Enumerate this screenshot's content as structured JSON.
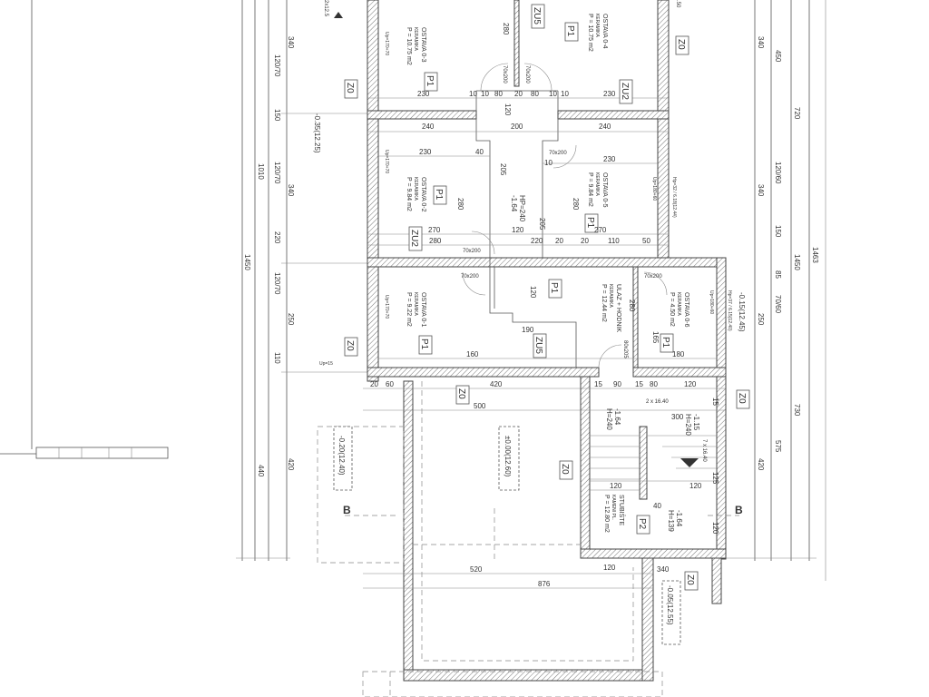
{
  "rooms": [
    {
      "name": "OSTAVA 0-3",
      "finish": "KERAMIKA",
      "area": "P = 10.75 m2"
    },
    {
      "name": "OSTAVA 0-4",
      "finish": "KERAMIKA",
      "area": "P = 10.75 m2"
    },
    {
      "name": "OSTAVA 0-2",
      "finish": "KERAMIKA",
      "area": "P = 9.84 m2"
    },
    {
      "name": "OSTAVA 0-5",
      "finish": "KERAMIKA",
      "area": "P = 9.84 m2"
    },
    {
      "name": "OSTAVA 0-1",
      "finish": "KERAMIKA",
      "area": "P = 9.22 m2"
    },
    {
      "name": "ULAZ + HODNIK",
      "finish": "KERAMIKA",
      "area": "P = 12.44 m2"
    },
    {
      "name": "OSTAVA 0-6",
      "finish": "KERAMIKA",
      "area": "P = 4.50 m2"
    },
    {
      "name": "STUBIŠTE",
      "finish": "KAMENI PL.",
      "area": "P = 12.80 m2"
    }
  ],
  "tags": {
    "p1": "P1",
    "p2": "P2",
    "z0": "Z0",
    "zu5": "ZU5",
    "zu2": "ZU2"
  },
  "levels": {
    "l1": "-0.35(12.25)",
    "l2": "-0.15(12.45)",
    "l3": "-0.20(12.40)",
    "l4": "±0.00(12.60)",
    "l5": "-0.05(12.55)",
    "l6": "-1.64",
    "l6b": "HP=240",
    "l7": "-1.64",
    "l7b": "H=240",
    "l8": "-1.15",
    "l8b": "H=240",
    "l9": "-1.64",
    "l9b": "H=139"
  },
  "doors": {
    "d1": "70x200",
    "d2": "70x200",
    "d3": "70x200",
    "d4": "70x200",
    "d5": "70x200",
    "d6": "70x200",
    "d7": "80x205"
  },
  "windows": {
    "w1": "Up=170+70",
    "w2": "Up=170+70",
    "w3": "Up=170+70",
    "w4": "Up=180+60",
    "w5": "Hp=32 / 6.18(12.44)",
    "w6": "Up=180+60",
    "w7": "Hp=37 / 6.15(12.40)"
  },
  "stairs": {
    "s1": "2 x 16.40",
    "s2": "7 x 16.40"
  },
  "section": {
    "b": "B"
  },
  "dims": {
    "top": [
      "230",
      "10",
      "10",
      "80",
      "20",
      "80",
      "10",
      "10",
      "230",
      "240",
      "200",
      "240",
      "230",
      "40",
      "10",
      "230",
      "270",
      "120",
      "270",
      "280",
      "20",
      "220",
      "20",
      "110",
      "50",
      "160",
      "180",
      "20",
      "60",
      "420",
      "15",
      "90",
      "15",
      "80",
      "120",
      "500",
      "300",
      "120",
      "120",
      "40",
      "120",
      "520",
      "876",
      "340",
      "280",
      "120",
      "205",
      "205",
      "280",
      "190",
      "120",
      "280",
      "280",
      "165",
      "125",
      "120",
      "15"
    ],
    "left": [
      "340",
      "120/70",
      "150",
      "120/70",
      "340",
      "1010",
      "220",
      "120/70",
      "250",
      "110",
      "1450",
      "440",
      "420"
    ],
    "right": [
      "340",
      "450",
      "720",
      "120/60",
      "340",
      "150",
      "85",
      "70/60",
      "250",
      "1450",
      "1463",
      "730",
      "575",
      "420"
    ],
    "misc": [
      "2x12.5",
      ".50",
      "Up=15"
    ]
  }
}
